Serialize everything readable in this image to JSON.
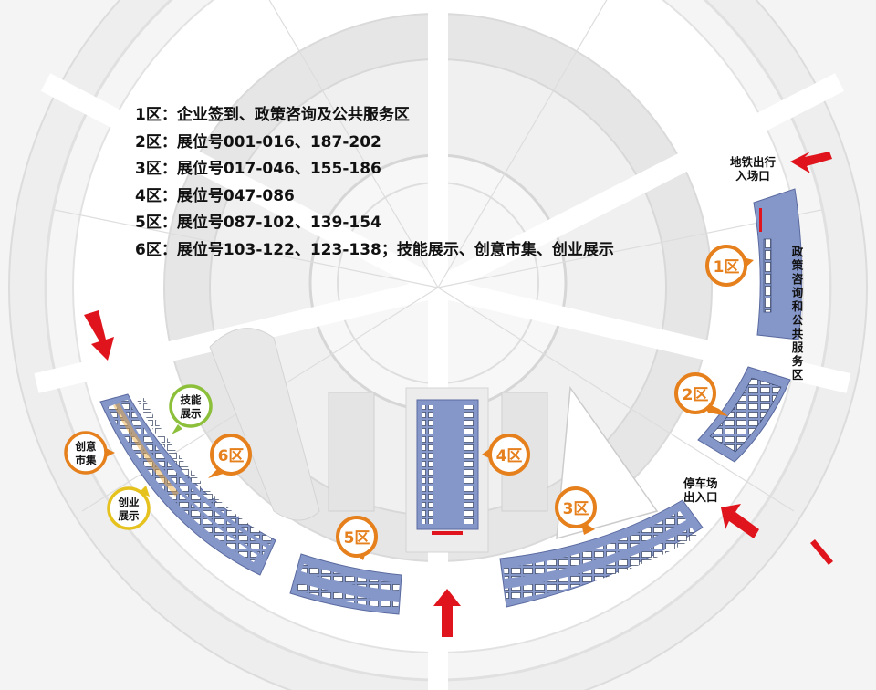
{
  "legend": [
    "1区：企业签到、政策咨询及公共服务区",
    "2区：展位号001-016、187-202",
    "3区：展位号017-046、155-186",
    "4区：展位号047-086",
    "5区：展位号087-102、139-154",
    "6区：展位号103-122、123-138；技能展示、创意市集、创业展示"
  ],
  "zones": {
    "z1": "1区",
    "z2": "2区",
    "z3": "3区",
    "z4": "4区",
    "z5": "5区",
    "z6": "6区"
  },
  "sub_areas": {
    "skill_line1": "技能",
    "skill_line2": "展示",
    "creative_line1": "创意",
    "creative_line2": "市集",
    "startup_line1": "创业",
    "startup_line2": "展示",
    "policy_service": "政策咨询和公共服务区"
  },
  "entrances": {
    "metro_line1": "地铁出行",
    "metro_line2": "入场口",
    "parking_line1": "停车场",
    "parking_line2": "出入口"
  },
  "colors": {
    "zone_fill": "#8596c8",
    "badge_orange": "#e5801c",
    "badge_green": "#8cbf3a",
    "badge_yellow": "#e6c21e",
    "arrow_red": "#e0141c"
  }
}
